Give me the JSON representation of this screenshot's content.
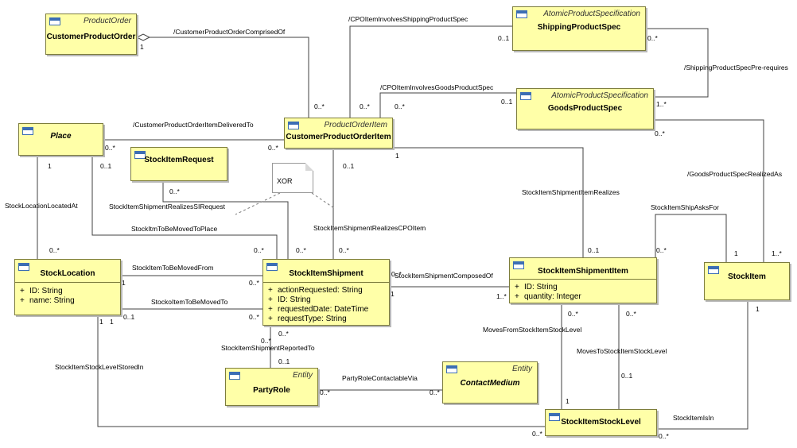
{
  "classes": {
    "customerProductOrder": {
      "stereotype": "ProductOrder",
      "name": "CustomerProductOrder"
    },
    "shippingProductSpec": {
      "stereotype": "AtomicProductSpecification",
      "name": "ShippingProductSpec"
    },
    "goodsProductSpec": {
      "stereotype": "AtomicProductSpecification",
      "name": "GoodsProductSpec"
    },
    "place": {
      "name": "Place"
    },
    "customerProductOrderItem": {
      "stereotype": "ProductOrderItem",
      "name": "CustomerProductOrderItem"
    },
    "stockItemRequest": {
      "name": "StockItemRequest"
    },
    "stockLocation": {
      "name": "StockLocation",
      "attributes": [
        "ID: String",
        "name: String"
      ]
    },
    "stockItemShipment": {
      "name": "StockItemShipment",
      "attributes": [
        "actionRequested: String",
        "ID: String",
        "requestedDate: DateTime",
        "requestType: String"
      ]
    },
    "stockItemShipmentItem": {
      "name": "StockItemShipmentItem",
      "attributes": [
        "ID: String",
        "quantity: Integer"
      ]
    },
    "stockItem": {
      "name": "StockItem"
    },
    "partyRole": {
      "stereotype": "Entity",
      "name": "PartyRole"
    },
    "contactMedium": {
      "stereotype": "Entity",
      "name": "ContactMedium"
    },
    "stockItemStockLevel": {
      "name": "StockItemStockLevel"
    }
  },
  "attribute_marker": "+",
  "note": {
    "text": "XOR"
  },
  "associations": {
    "cpoComprisedOf": "/CustomerProductOrderComprisedOf",
    "cpoItemShipping": "/CPOItemInvolvesShippingProductSpec",
    "shippingPrereq": "/ShippingProductSpecPre-requires",
    "cpoItemGoods": "/CPOItemInvolvesGoodsProductSpec",
    "cpoItemDelivered": "/CustomerProductOrderItemDeliveredTo",
    "goodsRealizedAs": "/GoodsProductSpecRealizedAs",
    "shipItemRealizes": "StockItemShipmentItemRealizes",
    "shipAsksFor": "StockItemShipAsksFor",
    "locationLocatedAt": "StockLocationLocatedAt",
    "realizesSIRequest": "StockItemShipmentRealizesSIRequest",
    "realizesCPOItem": "StockItemShipmentRealizesCPOItem",
    "toBeMovedToPlace": "StockItmToBeMovedToPlace",
    "toBeMovedFrom": "StockItemToBeMovedFrom",
    "toBeMovedTo": "StockoItemToBeMovedTo",
    "composedOf": "StockItemShipmentComposedOf",
    "reportedTo": "StockItemShipmentReportedTo",
    "stockLevelStoredIn": "StockItemStockLevelStoredIn",
    "contactableVia": "PartyRoleContactableVia",
    "movesFrom": "MovesFromStockItemStockLevel",
    "movesTo": "MovesToStockItemStockLevel",
    "itemIsIn": "StockItemIsIn"
  },
  "multiplicities": {
    "m1": "1",
    "m2": "0..*",
    "m3": "0..1",
    "m4": "0..*",
    "m5": "0..*",
    "m6": "0..*",
    "m7": "0..*",
    "m8": "0..1",
    "m9": "0..*",
    "m10": "0..*",
    "m11": "1..*",
    "m12": "0..*",
    "m13": "1",
    "m14": "0..1",
    "m15": "0..*",
    "m16": "0..1",
    "m17": "1",
    "m18": "0..*",
    "m19": "0..*",
    "m20": "0..*",
    "m21": "0..*",
    "m22": "0..*",
    "m23": "0..*",
    "m24": "1",
    "m25": "0..1",
    "m26": "0..*",
    "m27": "1",
    "m28": "1",
    "m29": "1..*",
    "m30": "1",
    "m31": "0..1",
    "m32": "0..*",
    "m33": "0..*",
    "m34": "0..1",
    "m35": "1",
    "m36": "1",
    "m37": "0..*",
    "m38": "0..*",
    "m39": "0..1",
    "m40": "1",
    "m41": "0..*",
    "m42": "0..*",
    "m43": "1",
    "m44": "1..*",
    "m45": "0..*",
    "m46": "0..*"
  }
}
